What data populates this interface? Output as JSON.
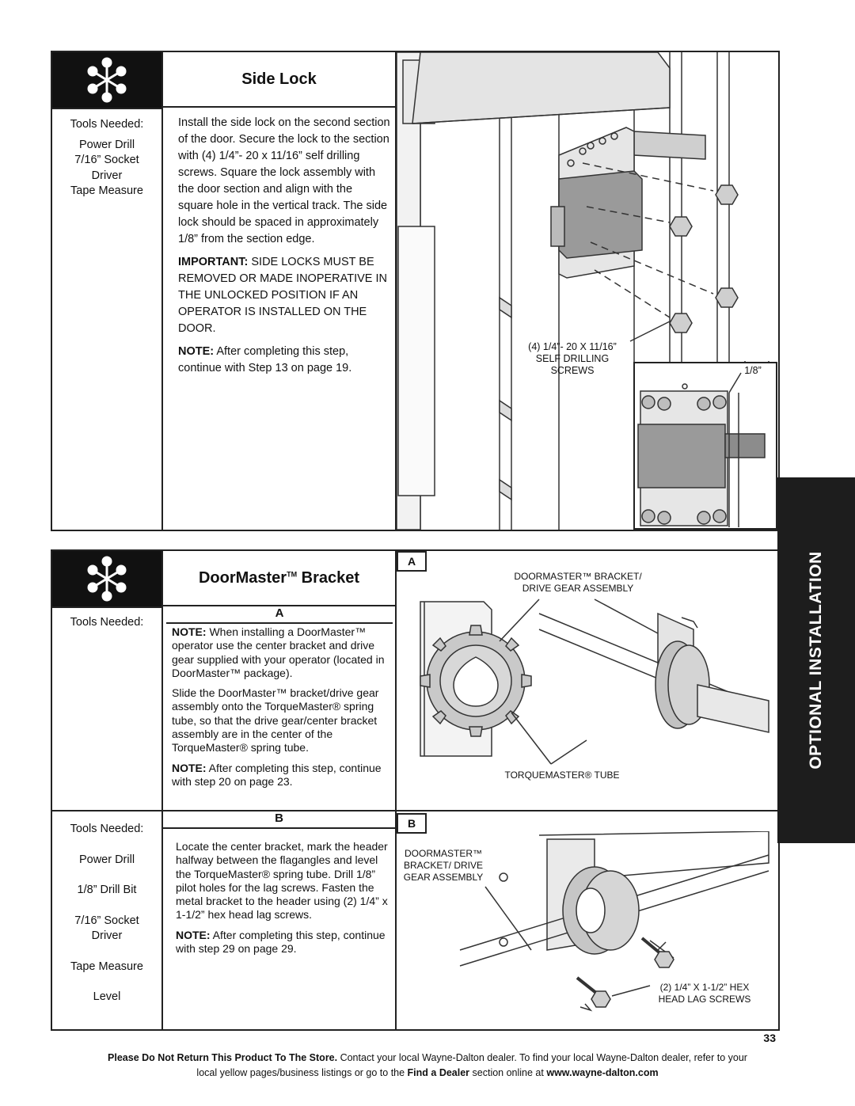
{
  "side_tab": {
    "label": "OPTIONAL INSTALLATION"
  },
  "section1": {
    "title": "Side Lock",
    "tools_heading": "Tools Needed:",
    "tools": [
      "Power Drill",
      "7/16” Socket",
      "Driver",
      "Tape Measure"
    ],
    "instructions": "Install the side lock on the second section of the door. Secure the lock to the section with (4) 1/4”- 20 x 11/16” self drilling screws. Square the lock assembly with the door section and align with the square hole in the vertical track. The side lock should be spaced in approximately 1/8” from the section edge.",
    "important_label": "IMPORTANT:",
    "important_text": " SIDE LOCKS MUST BE REMOVED OR MADE INOPERATIVE IN THE UNLOCKED POSITION IF AN OPERATOR IS INSTALLED ON THE DOOR.",
    "note_label": "NOTE:",
    "note_text": " After completing this step, continue with Step 13 on page 19.",
    "figure_callout_screws_1": "(4) 1/4”- 20 X 11/16”",
    "figure_callout_screws_2": "SELF DRILLING SCREWS",
    "figure_callout_gap": "1/8”"
  },
  "section2": {
    "title_main": "DoorMaster",
    "title_tm": "TM",
    "title_rest": " Bracket",
    "step_a": {
      "label": "A",
      "tools_heading": "Tools Needed:",
      "note_label": "NOTE:",
      "note_text": " When installing a DoorMaster™ operator use the center bracket and drive gear supplied with your operator (located in DoorMaster™ package).",
      "slide_text": "Slide the DoorMaster™ bracket/drive gear assembly onto the TorqueMaster® spring tube, so that the drive gear/center bracket assembly are in the center of the TorqueMaster® spring tube.",
      "note2_label": "NOTE:",
      "note2_text": " After completing this step, continue with step 20 on page 23.",
      "figure_tag": "A",
      "fig_label_1": "DOORMASTER™ BRACKET/",
      "fig_label_2": "DRIVE GEAR ASSEMBLY",
      "fig_label_tube": "TORQUEMASTER® TUBE"
    },
    "step_b": {
      "label": "B",
      "tools_heading": "Tools Needed:",
      "tools": [
        "Power Drill",
        "1/8” Drill Bit",
        "7/16” Socket",
        "Driver",
        "Tape Measure",
        "Level"
      ],
      "text": "Locate the center bracket, mark the header halfway between the flagangles and level the TorqueMaster® spring tube. Drill 1/8” pilot holes for the lag screws. Fasten the metal bracket to the header using (2) 1/4” x 1-1/2” hex head lag screws.",
      "note_label": "NOTE:",
      "note_text": " After completing this step, continue with step 29 on page 29.",
      "figure_tag": "B",
      "fig_label_1": "DOORMASTER™",
      "fig_label_2": "BRACKET/ DRIVE",
      "fig_label_3": "GEAR ASSEMBLY",
      "fig_label_screws_1": "(2) 1/4” X 1-1/2” HEX",
      "fig_label_screws_2": "HEAD LAG SCREWS"
    }
  },
  "page_number": "33",
  "footer": {
    "bold_lead": "Please Do Not Return This Product To The Store.",
    "text_1": " Contact your local Wayne-Dalton dealer. To find your local Wayne-Dalton dealer, refer to your",
    "text_2": "local yellow pages/business listings or go to the ",
    "find_dealer": "Find a Dealer",
    "text_3": " section online at ",
    "url": "www.wayne-dalton.com"
  }
}
